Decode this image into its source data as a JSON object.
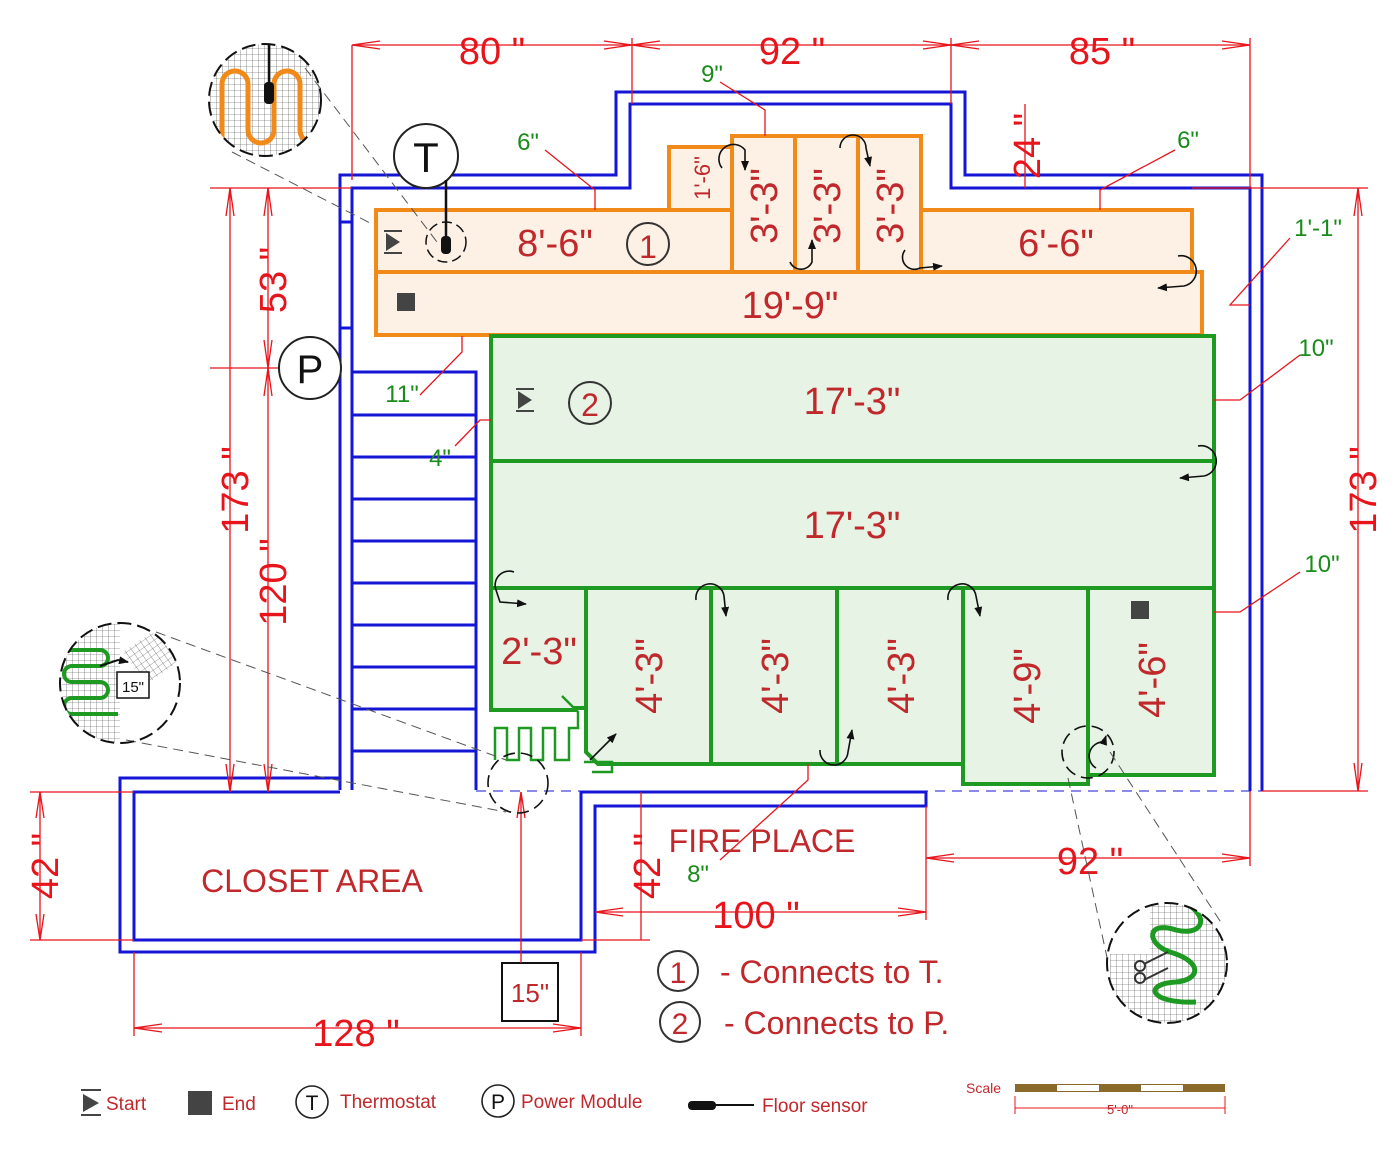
{
  "dimensions": {
    "top_80": "80 \"",
    "top_92": "92 \"",
    "top_85": "85 \"",
    "left_53": "53 \"",
    "left_173": "173 \"",
    "left_120": "120 \"",
    "right_173": "173 \"",
    "right_24": "24 \"",
    "closet_42": "42 \"",
    "fire_42": "42 \"",
    "bottom_128": "128 \"",
    "bottom_100": "100 \"",
    "bottom_92": "92 \""
  },
  "offsets": {
    "o9": "9\"",
    "o6_left": "6\"",
    "o6_right": "6\"",
    "o11": "11\"",
    "o4": "4\"",
    "o1_1": "1'-1\"",
    "o10_top": "10\"",
    "o10_mid": "10\"",
    "o8": "8\""
  },
  "zone1": {
    "number": "1",
    "strip_8_6": "8'-6\"",
    "strip_1_6": "1'-6\"",
    "strip_3_3_a": "3'-3\"",
    "strip_3_3_b": "3'-3\"",
    "strip_3_3_c": "3'-3\"",
    "strip_6_6": "6'-6\"",
    "strip_19_9": "19'-9\""
  },
  "zone2": {
    "number": "2",
    "strip_17_3_a": "17'-3\"",
    "strip_17_3_b": "17'-3\"",
    "strip_2_3": "2'-3\"",
    "strip_4_3_a": "4'-3\"",
    "strip_4_3_b": "4'-3\"",
    "strip_4_3_c": "4'-3\"",
    "strip_4_9": "4'-9\"",
    "strip_4_6": "4'-6\""
  },
  "rooms": {
    "closet": "CLOSET AREA",
    "fireplace": "FIRE PLACE"
  },
  "symbols": {
    "thermostat": "T",
    "power": "P",
    "box_15_large": "15\"",
    "box_15_small": "15\""
  },
  "notes": {
    "n1_num": "1",
    "n1_text": "- Connects to T.",
    "n2_num": "2",
    "n2_text": "- Connects to P."
  },
  "legend": {
    "start": "Start",
    "end": "End",
    "t_symbol": "T",
    "thermostat": "Thermostat",
    "p_symbol": "P",
    "power_module": "Power Module",
    "floor_sensor": "Floor sensor",
    "scale": "Scale",
    "scale_length": "5'-0\""
  },
  "colors": {
    "wall": "#1515d6",
    "dimension": "#e8141b",
    "zone1_stroke": "#f28a1a",
    "zone1_fill": "#fdf1e5",
    "zone2_stroke": "#1e9a22",
    "zone2_fill": "#e6f3e5",
    "strip_label": "#c0282c"
  }
}
